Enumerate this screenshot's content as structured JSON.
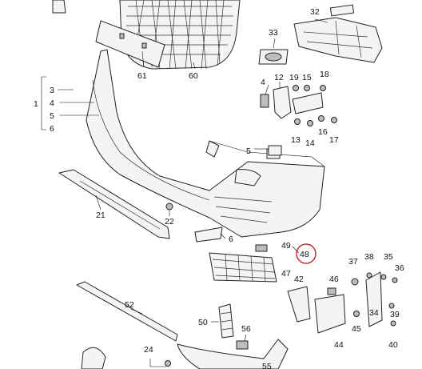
{
  "labels": {
    "l1": "1",
    "l3": "3",
    "l4a": "4",
    "l5a": "5",
    "l6a": "6",
    "l4b": "4",
    "l5b": "5",
    "l6b": "6",
    "l12": "12",
    "l15": "15",
    "l16": "16",
    "l17": "17",
    "l18": "18",
    "l19": "19",
    "l13": "13",
    "l14": "14",
    "l21": "21",
    "l22": "22",
    "l24": "24",
    "l32": "32",
    "l33": "33",
    "l34": "34",
    "l35": "35",
    "l36": "36",
    "l37": "37",
    "l38": "38",
    "l39": "39",
    "l40": "40",
    "l42": "42",
    "l44": "44",
    "l45": "45",
    "l46": "46",
    "l47": "47",
    "l48": "48",
    "l49": "49",
    "l50": "50",
    "l52": "52",
    "l55": "55",
    "l56": "56",
    "l60": "60",
    "l61": "61"
  },
  "highlight_color": "#c0282d"
}
